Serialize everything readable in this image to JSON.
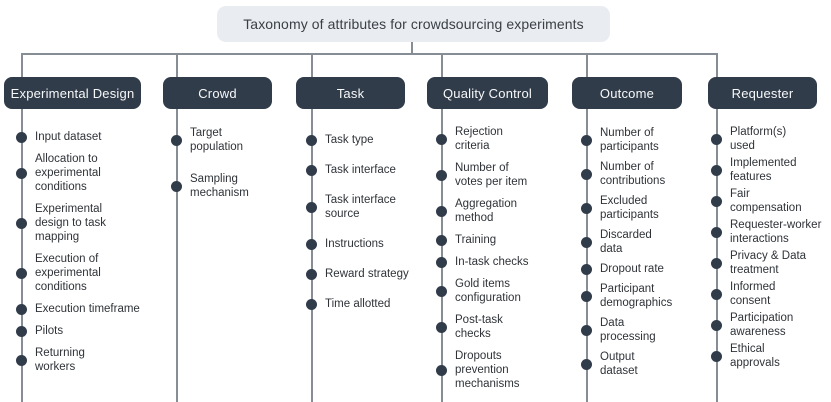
{
  "title": "Taxonomy of attributes for crowdsourcing experiments",
  "colors": {
    "header_bg": "#313c4a",
    "title_bg": "#e9edf2",
    "line": "#878d95",
    "item_text": "#2f3338",
    "header_text": "#f7f8f9",
    "title_text": "#3a3f45"
  },
  "columns": [
    {
      "label": "Experimental Design",
      "items": [
        "Input dataset",
        "Allocation to\nexperimental\nconditions",
        "Experimental\ndesign to task\nmapping",
        "Execution of\nexperimental\nconditions",
        "Execution timeframe",
        "Pilots",
        "Returning\nworkers"
      ]
    },
    {
      "label": "Crowd",
      "items": [
        "Target\npopulation",
        "Sampling\nmechanism"
      ]
    },
    {
      "label": "Task",
      "items": [
        "Task type",
        "Task interface",
        "Task interface\nsource",
        "Instructions",
        "Reward strategy",
        "Time allotted"
      ]
    },
    {
      "label": "Quality Control",
      "items": [
        "Rejection\ncriteria",
        "Number of\nvotes per item",
        "Aggregation\nmethod",
        "Training",
        "In-task checks",
        "Gold items\nconfiguration",
        "Post-task\nchecks",
        "Dropouts\nprevention\nmechanisms"
      ]
    },
    {
      "label": "Outcome",
      "items": [
        "Number of\nparticipants",
        "Number of\ncontributions",
        "Excluded\nparticipants",
        "Discarded\ndata",
        "Dropout rate",
        "Participant\ndemographics",
        "Data\nprocessing",
        "Output\ndataset"
      ]
    },
    {
      "label": "Requester",
      "items": [
        "Platform(s)\nused",
        "Implemented\nfeatures",
        "Fair\ncompensation",
        "Requester-worker\ninteractions",
        "Privacy & Data\ntreatment",
        "Informed\nconsent",
        "Participation\nawareness",
        "Ethical\napprovals"
      ]
    }
  ]
}
